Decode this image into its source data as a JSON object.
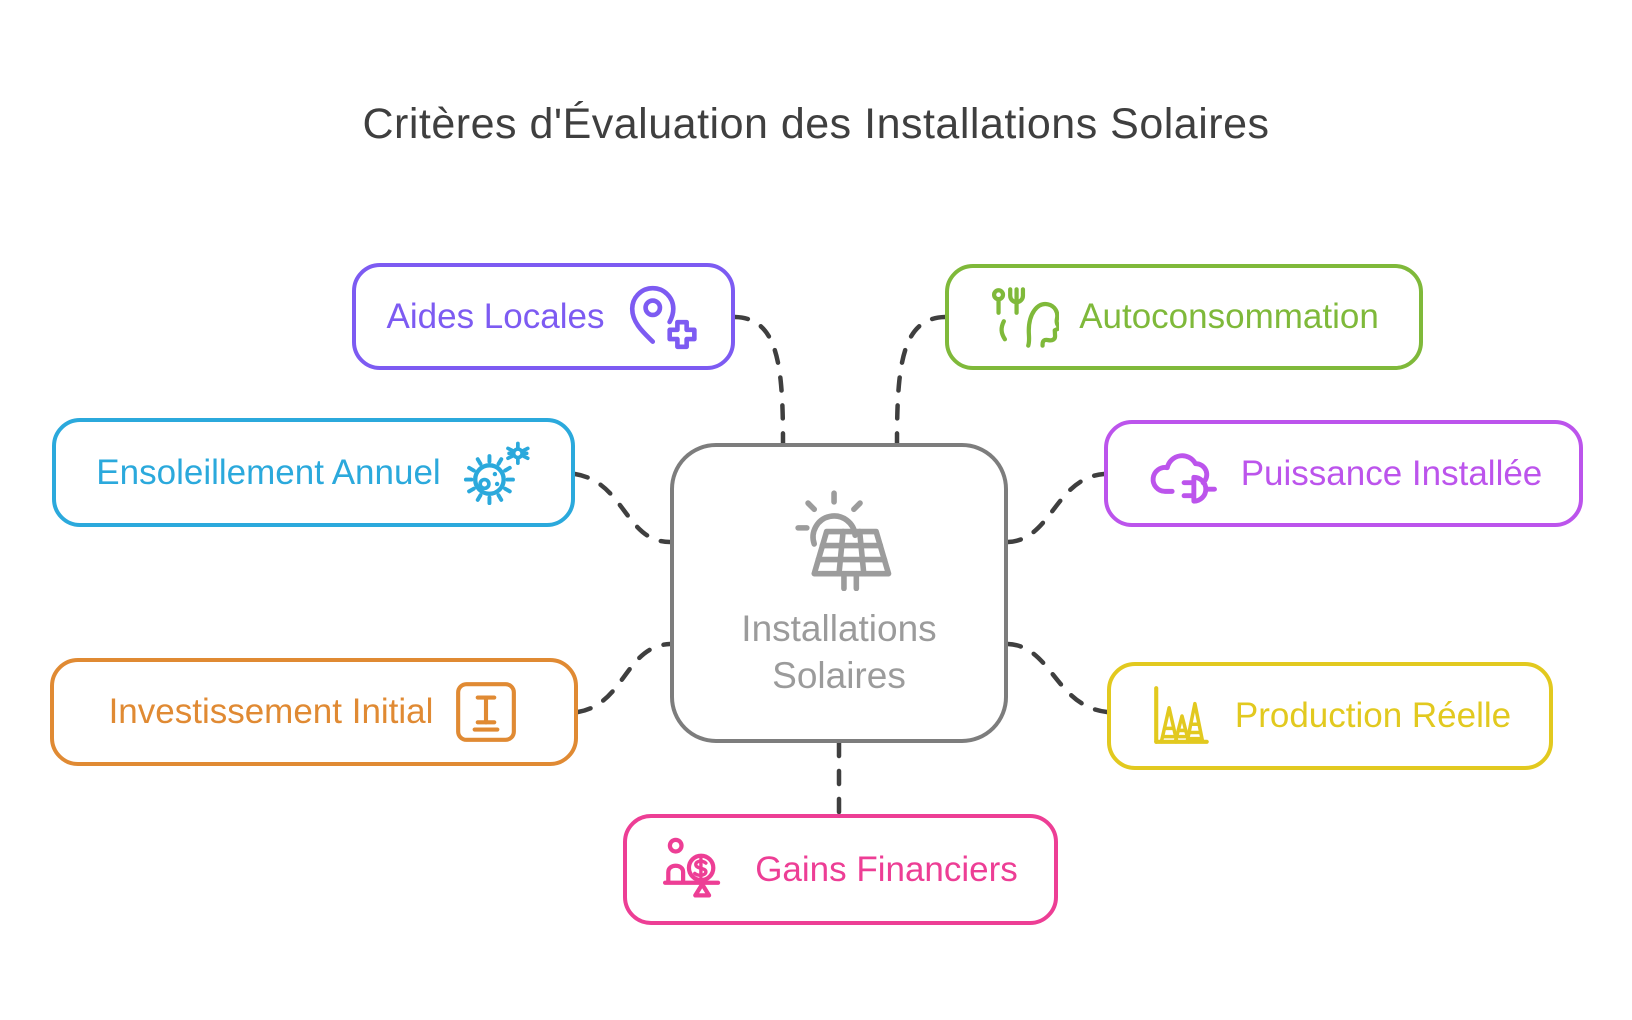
{
  "title": "Critères d'Évaluation des Installations Solaires",
  "title_color": "#3f3f3f",
  "background_color": "#ffffff",
  "connector_color": "#3f3f3f",
  "center": {
    "line1": "Installations",
    "line2": "Solaires",
    "icon": "solar-panel-sun-icon",
    "border_color": "#7d7d7d",
    "text_color": "#9b9b9b",
    "icon_color": "#9c9c9c"
  },
  "nodes": [
    {
      "id": "aides-locales",
      "label": "Aides Locales",
      "color": "#7d5bf2",
      "icon": "location-pin-plus-icon",
      "icon_side": "right"
    },
    {
      "id": "autoconsommation",
      "label": "Autoconsommation",
      "color": "#7fb93a",
      "icon": "consumption-head-icon",
      "icon_side": "left"
    },
    {
      "id": "ensoleillement-annuel",
      "label": "Ensoleillement Annuel",
      "color": "#2ba9dc",
      "icon": "sun-virus-gear-icon",
      "icon_side": "right"
    },
    {
      "id": "puissance-installee",
      "label": "Puissance Installée",
      "color": "#bc54ec",
      "icon": "cloud-plug-icon",
      "icon_side": "left"
    },
    {
      "id": "investissement-initial",
      "label": "Investissement Initial",
      "color": "#e08a33",
      "icon": "text-cursor-box-icon",
      "icon_side": "right"
    },
    {
      "id": "production-reelle",
      "label": "Production Réelle",
      "color": "#e2c91f",
      "icon": "peaks-chart-icon",
      "icon_side": "left"
    },
    {
      "id": "gains-financiers",
      "label": "Gains Financiers",
      "color": "#ed3e95",
      "icon": "balance-money-icon",
      "icon_side": "left"
    }
  ]
}
